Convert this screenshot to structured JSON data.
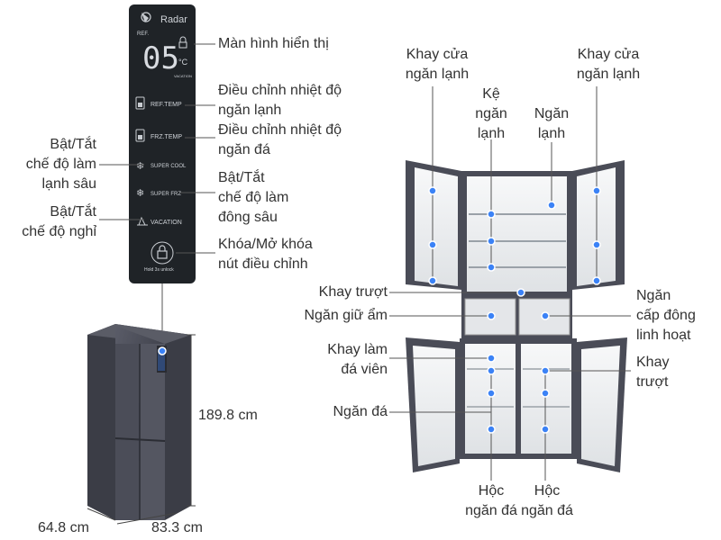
{
  "panel": {
    "radar": "Radar",
    "ref_small": "REF.",
    "display_value": "05",
    "unit": "°C",
    "vacation_small": "VACATION",
    "buttons": [
      "REF.TEMP",
      "FRZ.TEMP",
      "SUPER COOL",
      "SUPER FRZ",
      "VACATION"
    ],
    "lock_caption": "Hold 3s unlock"
  },
  "panel_callouts": {
    "display": "Màn hình hiển thị",
    "ref_temp": "Điều chỉnh nhiệt độ\nngăn lạnh",
    "frz_temp": "Điều chỉnh nhiệt độ\nngăn đá",
    "super_cool": "Bật/Tắt\nchế độ làm\nlạnh sâu",
    "super_frz": "Bật/Tắt\nchế độ làm\nđông sâu",
    "vacation": "Bật/Tắt\nchế độ nghỉ",
    "lock": "Khóa/Mở khóa\nnút điều chỉnh"
  },
  "dimensions": {
    "height": "189.8 cm",
    "depth": "64.8 cm",
    "width": "83.3 cm"
  },
  "fridge_callouts": {
    "door_tray_left": "Khay cửa\nngăn lạnh",
    "door_tray_right": "Khay cửa\nngăn lạnh",
    "fridge_shelf": "Kệ\nngăn\nlạnh",
    "fridge_compartment": "Ngăn\nlạnh",
    "sliding_tray_top": "Khay trượt",
    "crisper": "Ngăn giữ ẩm",
    "flex_freezer": "Ngăn\ncấp đông\nlinh hoạt",
    "ice_tray": "Khay làm\nđá viên",
    "sliding_tray_right": "Khay\ntrượt",
    "freezer": "Ngăn đá",
    "ice_box_left": "Hộc\nngăn đá",
    "ice_box_right": "Hộc\nngăn đá"
  },
  "colors": {
    "panel_bg": "#202428",
    "fridge_body": "#4a4c57",
    "dot": "#3b82f6",
    "line": "#555555"
  }
}
